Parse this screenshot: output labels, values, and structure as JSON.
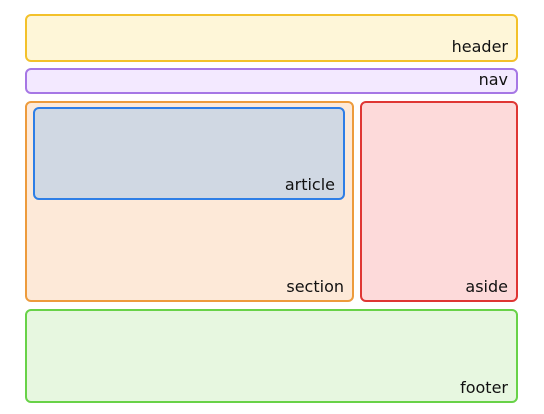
{
  "boxes": {
    "header": {
      "label": "header",
      "fill": "#fef6d8",
      "stroke": "#f3c12a"
    },
    "nav": {
      "label": "nav",
      "fill": "#f3e9ff",
      "stroke": "#a677e5"
    },
    "section": {
      "label": "section",
      "fill": "#fde9d8",
      "stroke": "#ed9b3c"
    },
    "article": {
      "label": "article",
      "fill": "#d0d8e3",
      "stroke": "#2e7ee6"
    },
    "aside": {
      "label": "aside",
      "fill": "#fddada",
      "stroke": "#df3634"
    },
    "footer": {
      "label": "footer",
      "fill": "#e7f7e0",
      "stroke": "#68d248"
    }
  }
}
